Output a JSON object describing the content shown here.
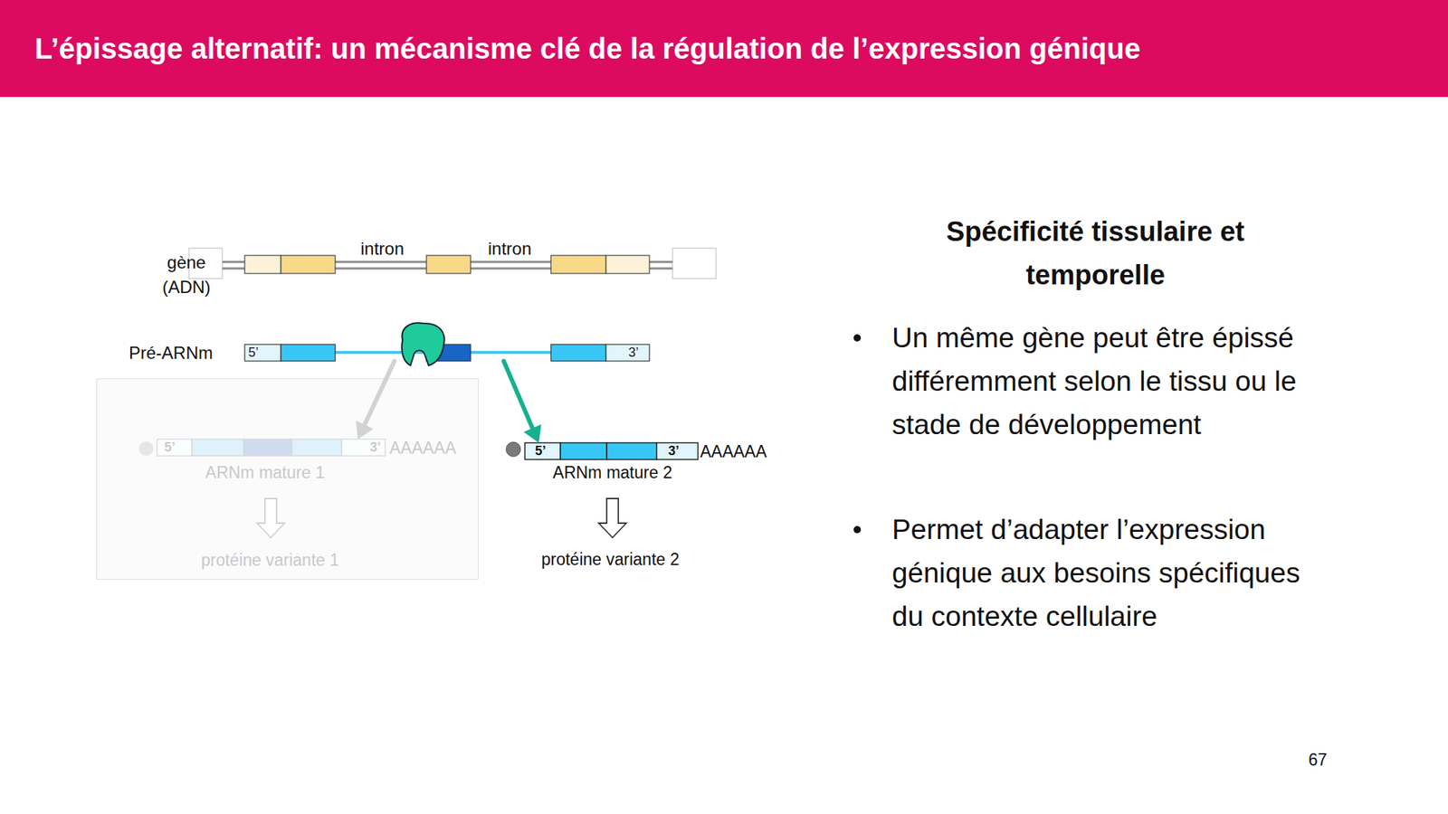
{
  "diagram": {
    "title": "L’épissage alternatif: un mécanisme clé de la régulation de l’expression génique",
    "nodes": [
      {
        "text": [
          "gène (ADN)"
        ]
      },
      {
        "text": [
          "Pré-ARNm",
          "5’",
          "3’"
        ]
      },
      {
        "text": [
          "protéine variante 1"
        ]
      },
      {
        "text": [
          "5’",
          "3’",
          "AAAAAA",
          "ARNm mature 1"
        ],
        "in": 2
      },
      {
        "text": [
          "5’",
          "3’",
          "AAAAAA",
          "ARNm mature 2"
        ]
      }
    ],
    "edges": [
      {
        "from": 1,
        "to": 3,
        "arrow": "to"
      },
      {
        "from": 1,
        "to": 4,
        "arrow": "to"
      }
    ],
    "labels": [
      "intron",
      "intron",
      "protéine variante 2",
      "Spécificité tissulaire et temporelle",
      "Un même gène peut être épissé différemment selon le tissu ou le stade de développement",
      "Permet d’adapter l’expression génique aux besoins spécifiques du contexte cellulaire",
      "67"
    ]
  }
}
